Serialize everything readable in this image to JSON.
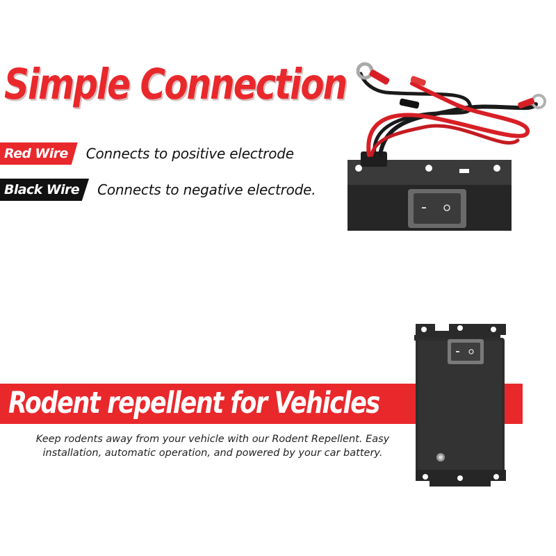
{
  "headline": "Simple Connection",
  "wires": [
    {
      "tag": "Red Wire",
      "description": "Connects to positive electrode"
    },
    {
      "tag": "Black Wire",
      "description": "Connects to negative electrode."
    }
  ],
  "banner": {
    "title": "Rodent repellent for Vehicles",
    "body": "Keep rodents away from your vehicle with our Rodent Repellent. Easy installation, automatic operation, and powered by your car battery."
  },
  "colors": {
    "brand_red": "#e9282c",
    "tag_black": "#111111",
    "device_body": "#2c2c2c",
    "wire_red": "#d81f26",
    "wire_black": "#1a1a1a"
  },
  "images": [
    {
      "name": "wiring-harness-product-photo",
      "depicts": "device top with red and black power wires and ring terminals"
    },
    {
      "name": "repeller-device-product-photo",
      "depicts": "black repeller box with rocker switch and indicator light"
    }
  ]
}
